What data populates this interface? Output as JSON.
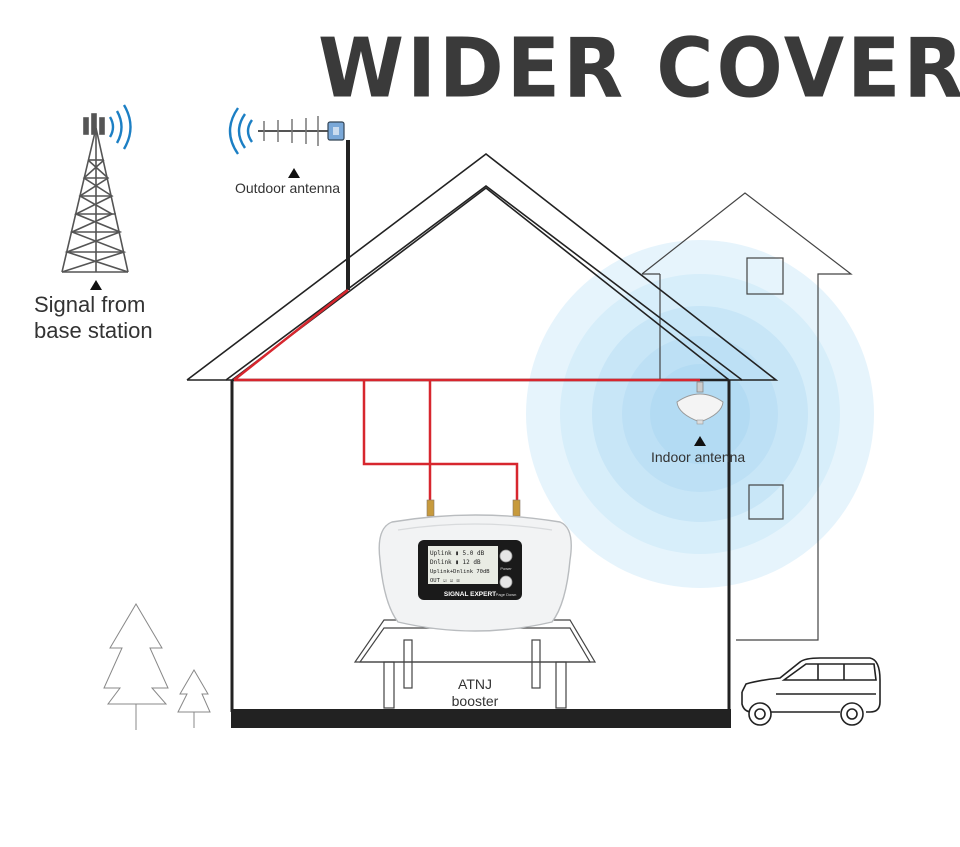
{
  "title": "WIDER COVERAGE",
  "labels": {
    "outdoor_antenna": "Outdoor antenna",
    "base_station_line1": "Signal from",
    "base_station_line2": "base station",
    "indoor_antenna": "Indoor antenna",
    "booster_line1": "ATNJ",
    "booster_line2": "booster"
  },
  "device": {
    "brand": "SIGNAL EXPERT",
    "button_top": "Power",
    "button_bottom": "Page Down",
    "lcd_row1": "Uplink  ▮ 5.0 dB",
    "lcd_row2": "Dnlink  ▮ 12 dB",
    "lcd_row3": "Uplink+Dnlink 70dB",
    "lcd_row4": "OUT  ☑  ☑  ☒"
  },
  "colors": {
    "title": "#3a3a3a",
    "cable_red": "#d7262e",
    "coverage_blue": "#cfe9f8",
    "signal_waves": "#1c7fc4",
    "outline": "#222222"
  }
}
